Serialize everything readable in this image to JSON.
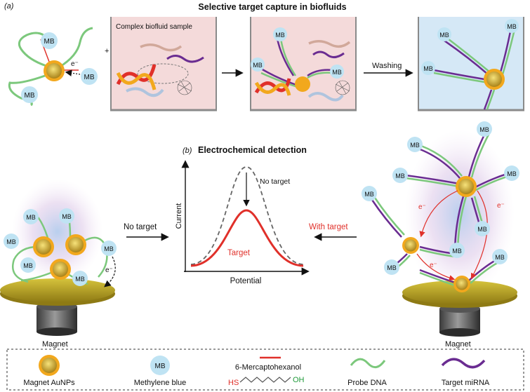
{
  "panel_a": {
    "letter": "(a)",
    "title": "Selective target capture in biofluids",
    "sample_label": "Complex biofluid sample",
    "plus": "+",
    "electron": "e⁻",
    "washing_label": "Washing"
  },
  "panel_b": {
    "letter": "(b)",
    "title": "Electrochemical detection",
    "no_target_peak": "No target",
    "target_peak": "Target",
    "y_axis": "Current",
    "x_axis": "Potential",
    "no_target_arrow": "No target",
    "with_target_arrow": "With target"
  },
  "mb": "MB",
  "electron": "e⁻",
  "magnet_label": "Magnet",
  "legend": {
    "aunp": "Magnet AuNPs",
    "mb": "Methylene blue",
    "mch_title": "6-Mercaptohexanol",
    "mch_hs": "HS",
    "mch_oh": "OH",
    "probe": "Probe DNA",
    "target": "Target miRNA"
  },
  "colors": {
    "gold": "#F2A81D",
    "gold_core": "#C89410",
    "mb": "#BFE3F3",
    "probe": "#7CC87C",
    "target": "#6A2C91",
    "red": "#E0302A",
    "panel_pink": "#F4DADA",
    "panel_blue": "#D5E8F6"
  }
}
